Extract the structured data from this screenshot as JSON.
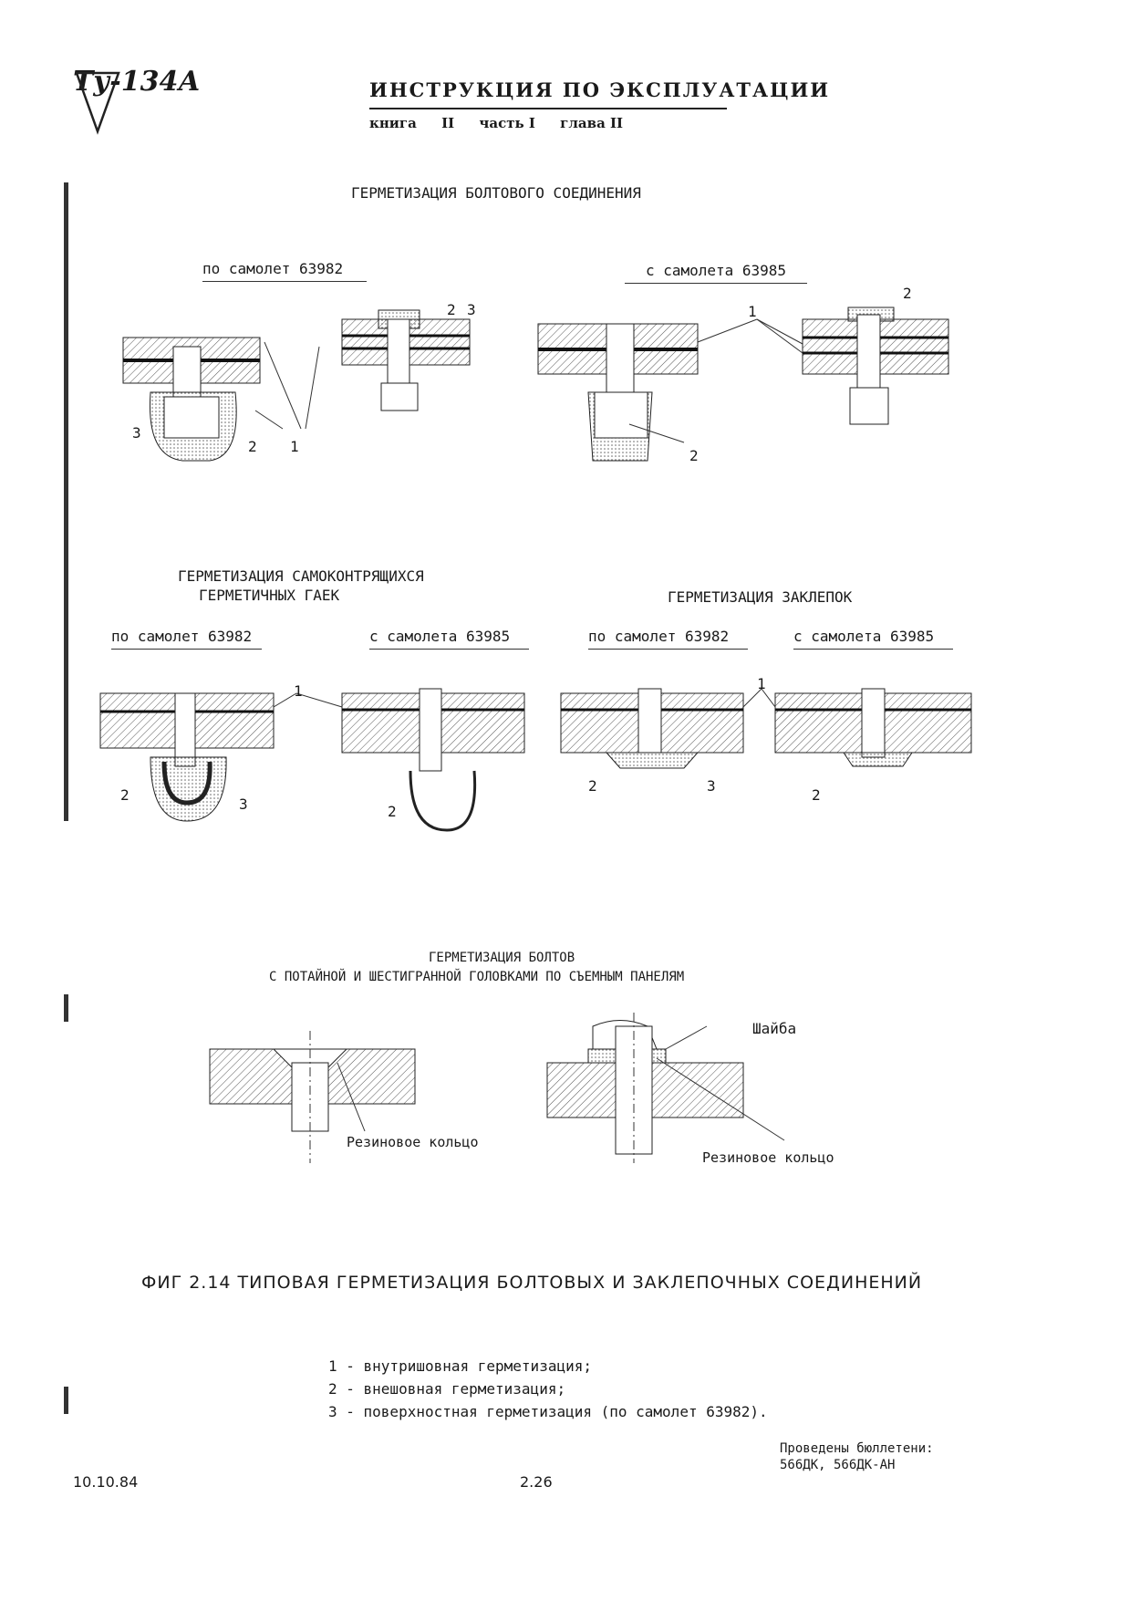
{
  "header": {
    "stamp": "Ту-134А",
    "title": "ИНСТРУКЦИЯ ПО ЭКСПЛУАТАЦИИ",
    "book_label": "книга",
    "book_value": "II",
    "part_label": "часть I",
    "chapter_label": "глава II"
  },
  "sections": {
    "bolt": {
      "title": "ГЕРМЕТИЗАЦИЯ БОЛТОВОГО СОЕДИНЕНИЯ",
      "left_label": "по самолет 63982",
      "right_label": "с самолета 63985"
    },
    "nuts": {
      "title_line1": "ГЕРМЕТИЗАЦИЯ САМОКОНТРЯЩИХСЯ",
      "title_line2": "ГЕРМЕТИЧНЫХ ГАЕК",
      "left_label": "по самолет 63982",
      "right_label": "с самолета 63985"
    },
    "rivets": {
      "title": "ГЕРМЕТИЗАЦИЯ ЗАКЛЕПОК",
      "left_label": "по самолет 63982",
      "right_label": "с самолета 63985"
    },
    "panels": {
      "title_line1": "ГЕРМЕТИЗАЦИЯ БОЛТОВ",
      "title_line2": "С ПОТАЙНОЙ И ШЕСТИГРАННОЙ ГОЛОВКАМИ ПО СЪЕМНЫМ ПАНЕЛЯМ",
      "washer_label": "Шайба",
      "ring_label_left": "Резиновое кольцо",
      "ring_label_right": "Резиновое кольцо"
    }
  },
  "callouts": {
    "one": "1",
    "two": "2",
    "three": "3"
  },
  "figure_caption": "ФИГ 2.14 ТИПОВАЯ ГЕРМЕТИЗАЦИЯ БОЛТОВЫХ И ЗАКЛЕПОЧНЫХ СОЕДИНЕНИЙ",
  "legend": [
    "1 - внутришовная герметизация;",
    "2 - внешовная герметизация;",
    "3 - поверхностная герметизация (по самолет 63982)."
  ],
  "footer": {
    "date": "10.10.84",
    "page": "2.26",
    "bulletins_line1": "Проведены бюллетени:",
    "bulletins_line2": "566ДК, 566ДК-АН"
  }
}
